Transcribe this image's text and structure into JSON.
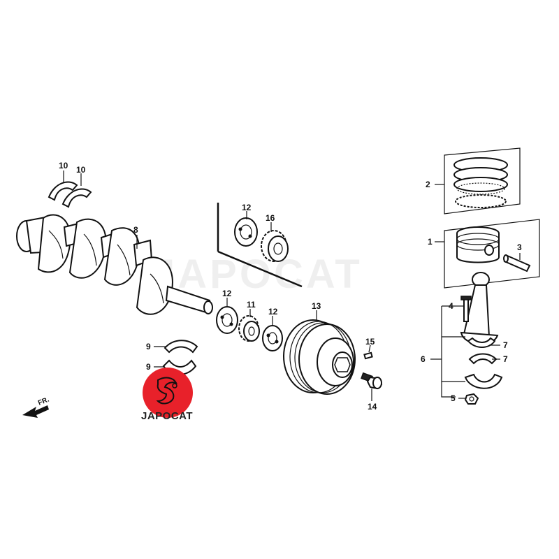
{
  "callouts": {
    "c1": "1",
    "c2": "2",
    "c3": "3",
    "c4": "4",
    "c5": "5",
    "c6": "6",
    "c7a": "7",
    "c7b": "7",
    "c8": "8",
    "c9a": "9",
    "c9b": "9",
    "c10a": "10",
    "c10b": "10",
    "c11": "11",
    "c12a": "12",
    "c12b": "12",
    "c12c": "12",
    "c13": "13",
    "c14": "14",
    "c15": "15",
    "c16": "16"
  },
  "direction_label": "FR.",
  "watermark": "JAPOCAT",
  "logo": {
    "text": "JAPOCAT",
    "color": "#e8212a"
  }
}
